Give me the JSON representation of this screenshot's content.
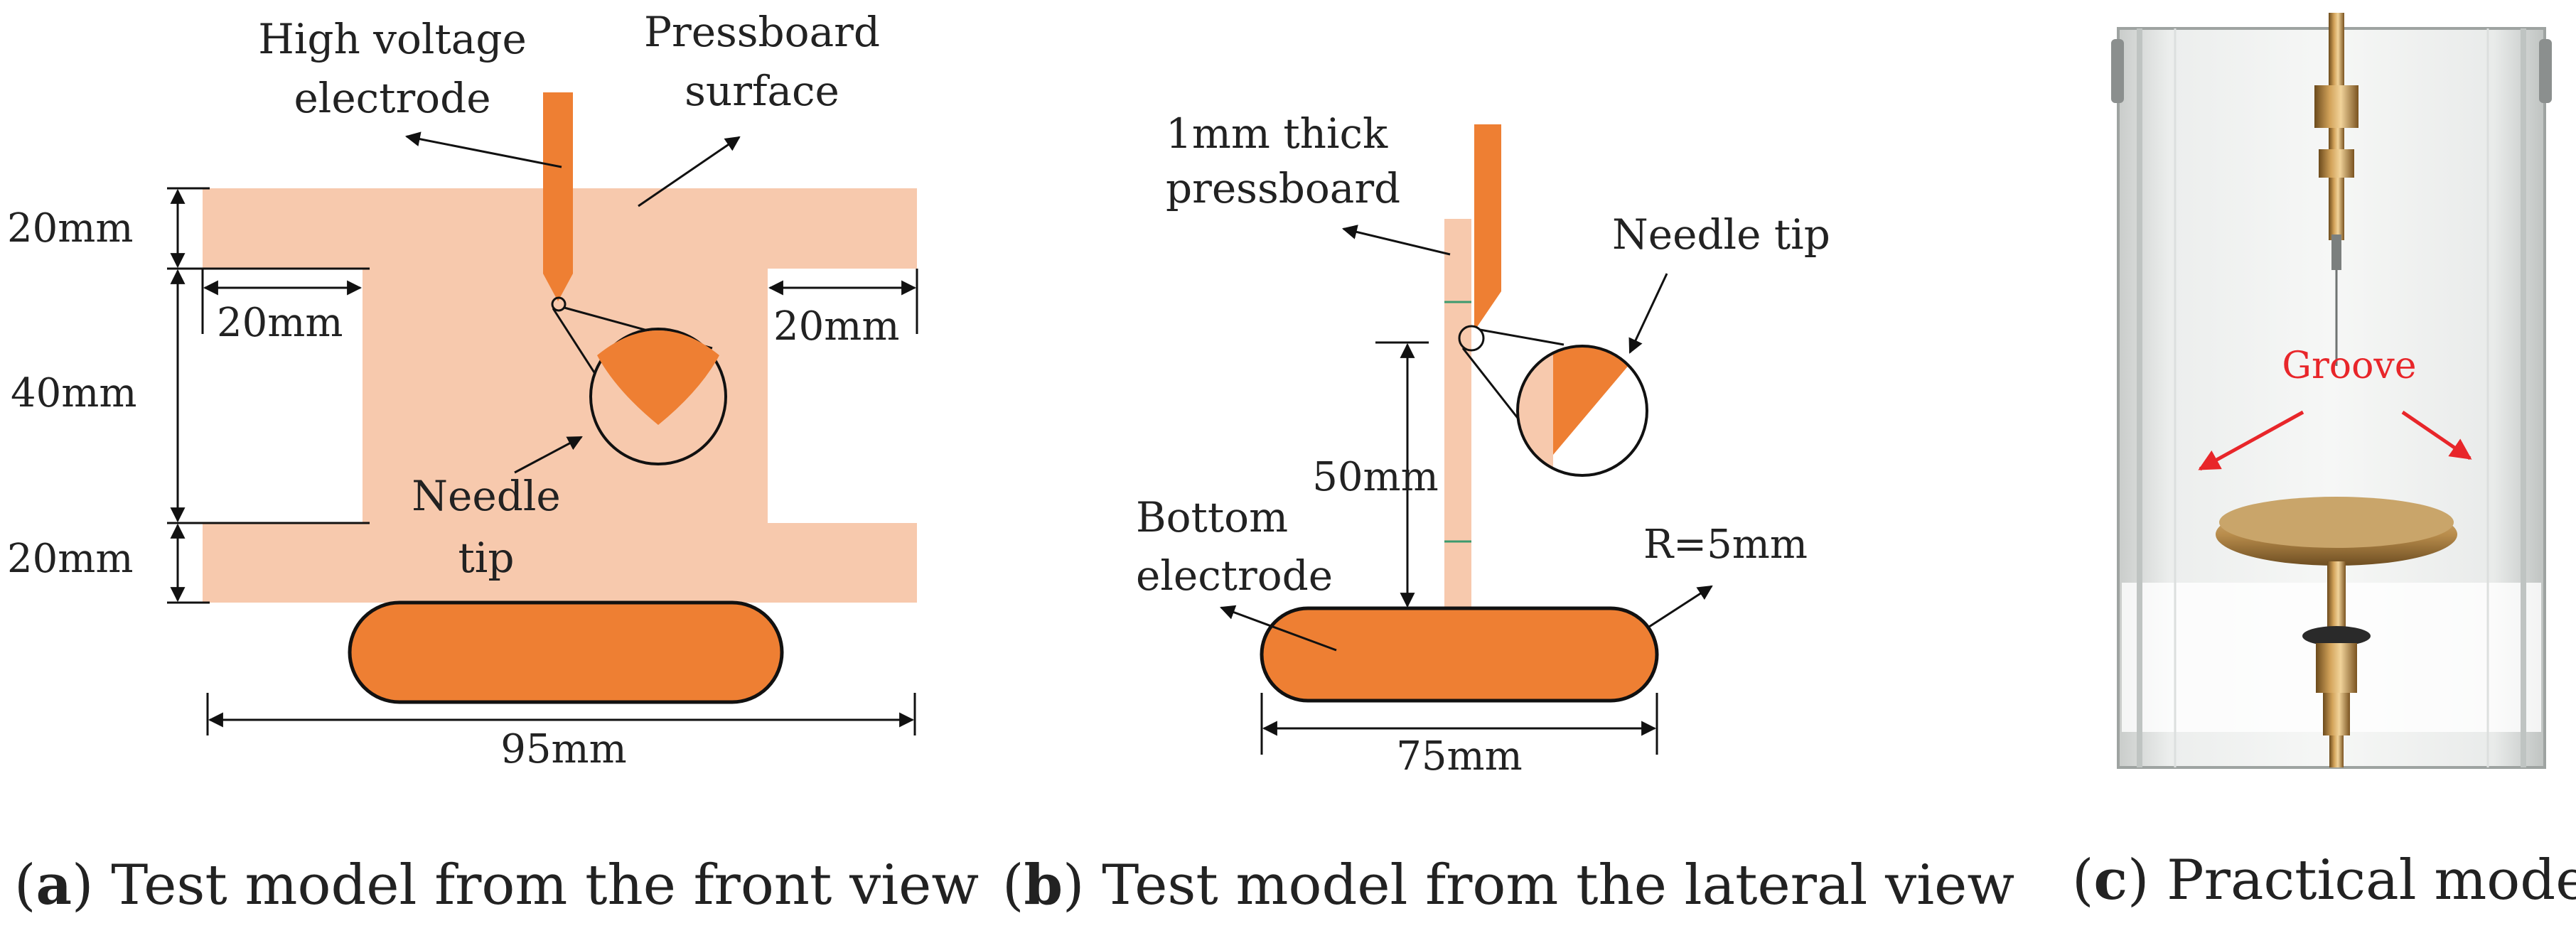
{
  "panel_a": {
    "label_hv_line1": "High voltage",
    "label_hv_line2": "electrode",
    "label_press_line1": "Pressboard",
    "label_press_line2": "surface",
    "label_needle_line1": "Needle",
    "label_needle_line2": "tip",
    "dim_top": "20mm",
    "dim_middle": "40mm",
    "dim_bottom": "20mm",
    "dim_left_gap": "20mm",
    "dim_right_gap": "20mm",
    "dim_width": "95mm"
  },
  "panel_b": {
    "label_press_line1": "1mm thick",
    "label_press_line2": "pressboard",
    "label_needle": "Needle tip",
    "label_bottom_line1": "Bottom",
    "label_bottom_line2": "electrode",
    "dim_height": "50mm",
    "dim_radius": "R=5mm",
    "dim_width": "75mm"
  },
  "panel_c": {
    "label_groove": "Groove"
  },
  "captions": {
    "a_letter": "a",
    "a_text": "Test model from the front view",
    "b_letter": "b",
    "b_text": "Test model from the lateral view",
    "c_letter": "c",
    "c_text": "Practical model"
  },
  "colors": {
    "pressboard": "#f7c9ad",
    "electrode": "#ee7f33",
    "groove_annotation": "#e8262a"
  }
}
